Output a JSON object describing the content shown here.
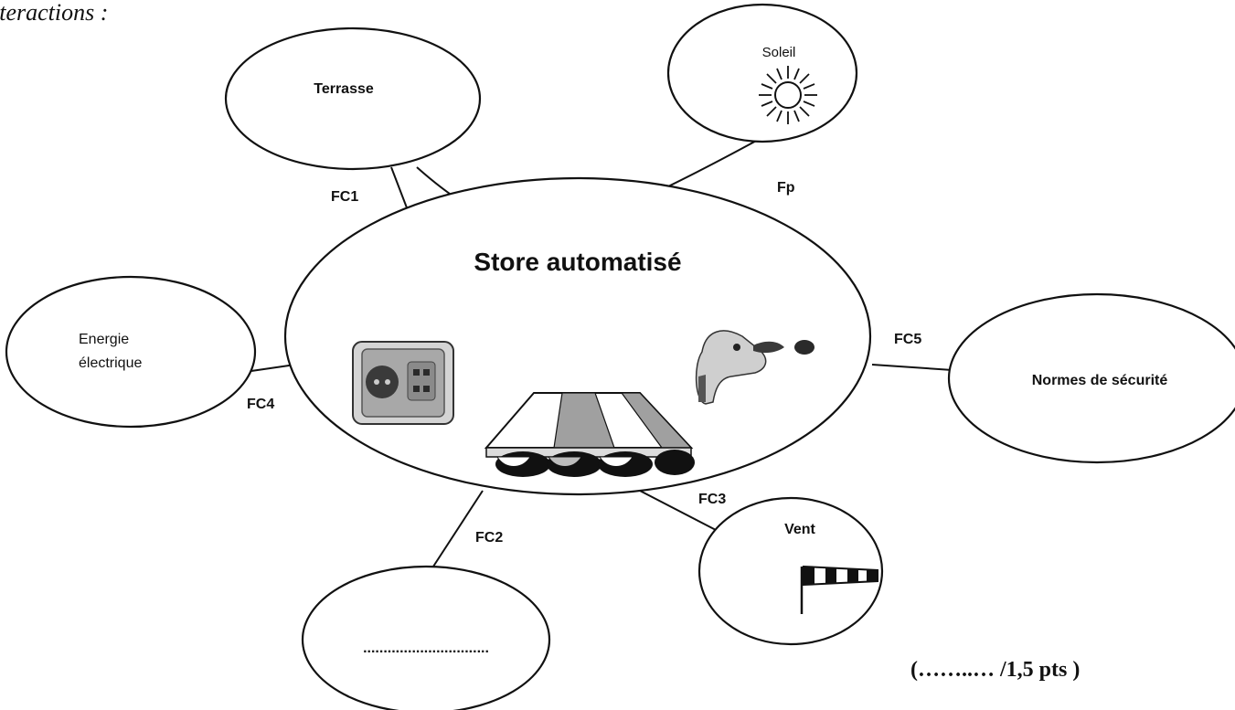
{
  "header_fragment": "iteractions :",
  "central": {
    "label": "Store automatisé"
  },
  "elements": {
    "terrasse": "Terrasse",
    "soleil": "Soleil",
    "energie_line1": "Energie",
    "energie_line2": "électrique",
    "normes": "Normes de sécurité",
    "vent": "Vent",
    "blank": "..............................."
  },
  "functions": {
    "fc1": "FC1",
    "fp": "Fp",
    "fc4": "FC4",
    "fc5": "FC5",
    "fc3": "FC3",
    "fc2": "FC2"
  },
  "score": "(……..… /1,5 pts )",
  "icons": [
    "sun-icon",
    "windsock-icon",
    "power-outlet-icon",
    "remote-control-icon",
    "awning-icon"
  ]
}
